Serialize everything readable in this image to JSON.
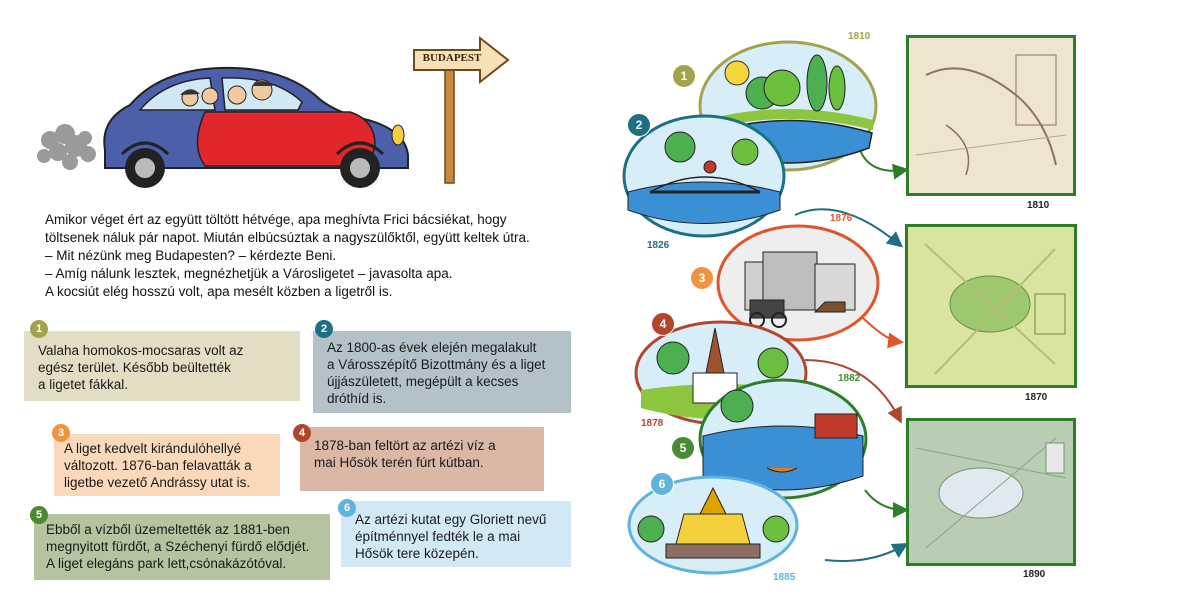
{
  "sign_text": "BUDAPEST",
  "story_lines": [
    "Amikor véget ért az együtt töltött hétvége, apa meghívta Frici bácsiékat, hogy",
    "töltsenek náluk pár napot. Miután elbúcsúztak a nagyszülőktől, együtt keltek útra.",
    "– Mit nézünk meg Budapesten? – kérdezte Beni.",
    "– Amíg nálunk lesztek, megnézhetjük a Városligetet – javasolta apa.",
    "A kocsiút elég hosszú volt, apa mesélt közben a ligetről is."
  ],
  "boxes": [
    {
      "num": "1",
      "lines": [
        "Valaha homokos-mocsaras volt az",
        "egész terület. Később beültették",
        "a ligetet fákkal."
      ]
    },
    {
      "num": "2",
      "lines": [
        "Az 1800-as évek elején megalakult",
        "a Városszépítő Bizottmány és a liget",
        "újjászületett, megépült a kecses",
        "dróthíd is."
      ]
    },
    {
      "num": "3",
      "lines": [
        "A liget kedvelt kirándulóhellyé",
        "változott. 1876-ban felavatták a",
        "ligetbe vezető Andrássy utat is."
      ]
    },
    {
      "num": "4",
      "lines": [
        "1878-ban feltört az artézi víz a",
        "mai Hősök terén fúrt kútban."
      ]
    },
    {
      "num": "5",
      "lines": [
        "Ebből a vízből üzemeltették az 1881-ben",
        "megnyitott fürdőt, a Széchenyi fürdő elődjét.",
        "A liget elegáns park lett,csónakázótóval."
      ]
    },
    {
      "num": "6",
      "lines": [
        "Az artézi kutat egy Gloriett nevű",
        "építménnyel fedték le a mai",
        "Hősök tere közepén."
      ]
    }
  ],
  "scenes": [
    {
      "num": "1",
      "year": "1810"
    },
    {
      "num": "2",
      "year": "1826"
    },
    {
      "num": "3",
      "year": "1876"
    },
    {
      "num": "4",
      "year": "1878"
    },
    {
      "num": "5",
      "year": "1882"
    },
    {
      "num": "6",
      "year": "1885"
    }
  ],
  "maps": [
    {
      "year": "1810"
    },
    {
      "year": "1870"
    },
    {
      "year": "1890"
    }
  ],
  "colors": {
    "box1": "#e1dec4",
    "box2": "#b3c2c9",
    "box3": "#fad9ba",
    "box4": "#dbb8a6",
    "box5": "#b4c4a0",
    "box6": "#d2e9f5",
    "badge1": "#a5a24d",
    "badge2": "#1d6f84",
    "badge3": "#f0953e",
    "badge4": "#b2462d",
    "badge5": "#4a8a33",
    "badge6": "#5fb3de",
    "map_frame": "#2f7d29"
  }
}
